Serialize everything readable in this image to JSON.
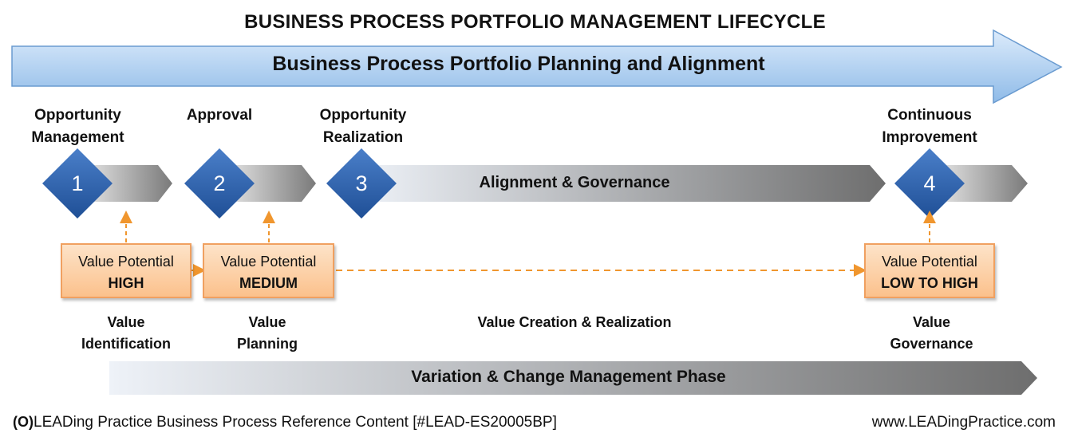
{
  "title": "BUSINESS PROCESS PORTFOLIO MANAGEMENT LIFECYCLE",
  "banner": "Business Process Portfolio Planning and Alignment",
  "phases": [
    {
      "label": "Opportunity Management",
      "number": "1"
    },
    {
      "label": "Approval",
      "number": "2"
    },
    {
      "label": "Opportunity Realization",
      "number": "3"
    },
    {
      "label": "Continuous Improvement",
      "number": "4"
    }
  ],
  "alignment_label": "Alignment & Governance",
  "value_boxes": [
    {
      "caption": "Value Potential",
      "level": "HIGH"
    },
    {
      "caption": "Value Potential",
      "level": "MEDIUM"
    },
    {
      "caption": "Value Potential",
      "level": "LOW TO HIGH"
    }
  ],
  "value_labels": [
    "Value Identification",
    "Value Planning",
    "Value Creation & Realization",
    "Value Governance"
  ],
  "bottom_banner": "Variation & Change Management Phase",
  "footer_left": "LEADing Practice Business Process Reference Content [#LEAD-ES20005BP]",
  "footer_right": "www.LEADingPractice.com",
  "colors": {
    "diamond": "#2e5fa8",
    "box_border": "#f0a060",
    "dashed_arrow": "#f0962e",
    "banner": "#9dc3ec"
  }
}
